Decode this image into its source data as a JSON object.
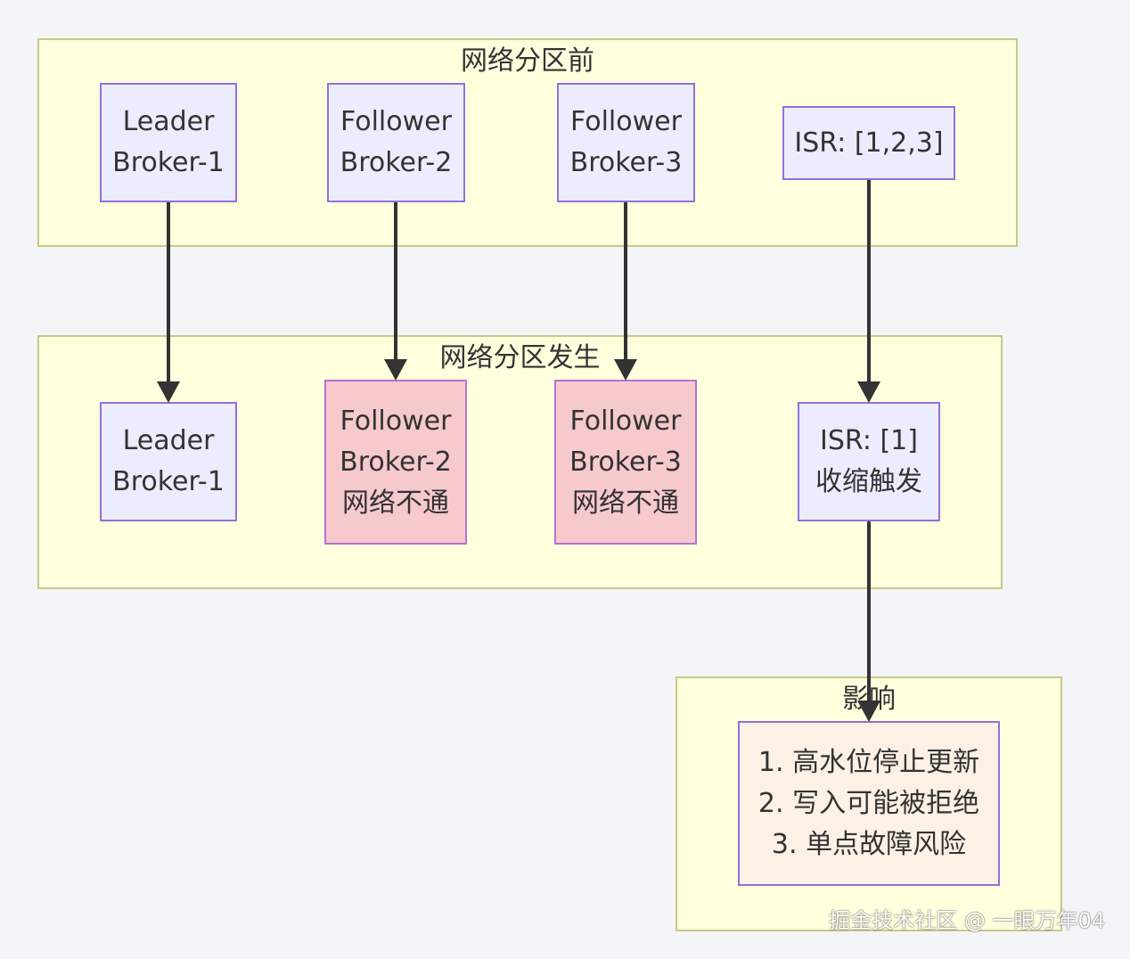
{
  "clusters": {
    "before": {
      "title": "网络分区前"
    },
    "during": {
      "title": "网络分区发生"
    },
    "impact": {
      "title": "影响"
    }
  },
  "nodes": {
    "before_leader": {
      "lines": [
        "Leader",
        "Broker-1"
      ]
    },
    "before_follower2": {
      "lines": [
        "Follower",
        "Broker-2"
      ]
    },
    "before_follower3": {
      "lines": [
        "Follower",
        "Broker-3"
      ]
    },
    "before_isr": {
      "lines": [
        "ISR: [1,2,3]"
      ]
    },
    "during_leader": {
      "lines": [
        "Leader",
        "Broker-1"
      ]
    },
    "during_follower2": {
      "lines": [
        "Follower",
        "Broker-2",
        "网络不通"
      ]
    },
    "during_follower3": {
      "lines": [
        "Follower",
        "Broker-3",
        "网络不通"
      ]
    },
    "during_isr": {
      "lines": [
        "ISR: [1]",
        "收缩触发"
      ]
    },
    "impact_list": {
      "lines": [
        "1. 高水位停止更新",
        "2. 写入可能被拒绝",
        "3. 单点故障风险"
      ]
    }
  },
  "colors": {
    "node_fill": "#ececff",
    "node_border": "#9370db",
    "alert_fill": "#f6c9cd",
    "impact_fill": "#fdf0e4",
    "cluster_fill": "#ffffde",
    "cluster_border": "#c7c98a",
    "edge": "#333333"
  },
  "watermark": "掘金技术社区 @ 一眼万年04"
}
